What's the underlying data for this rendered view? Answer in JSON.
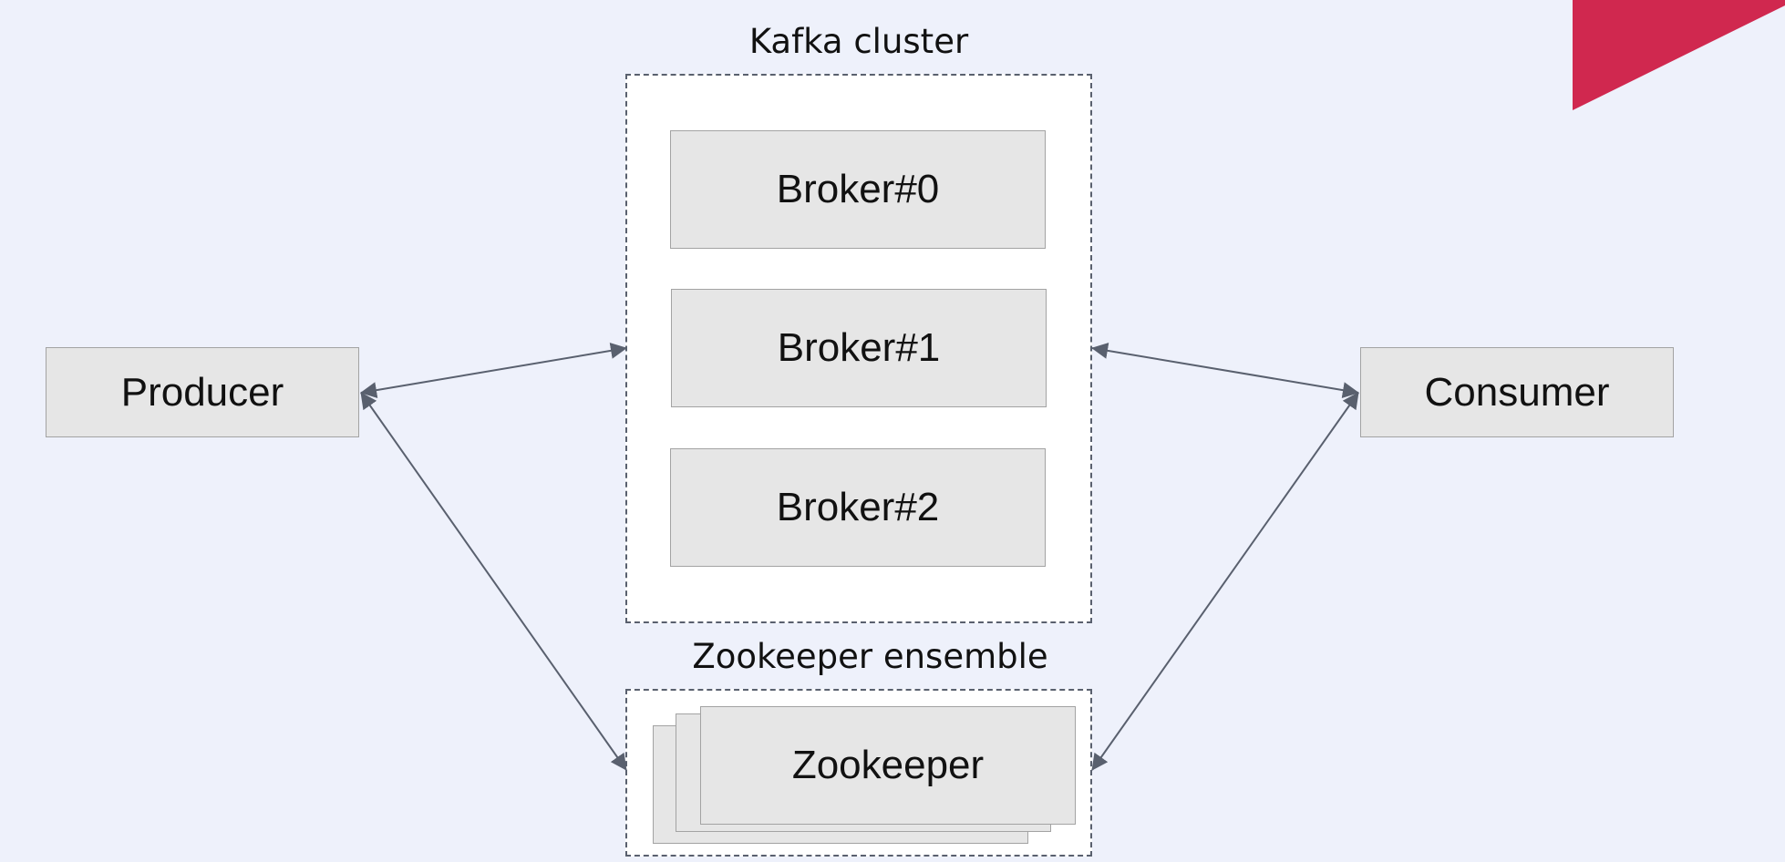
{
  "cluster": {
    "label": "Kafka cluster",
    "brokers": [
      "Broker#0",
      "Broker#1",
      "Broker#2"
    ]
  },
  "producer": {
    "label": "Producer"
  },
  "consumer": {
    "label": "Consumer"
  },
  "ensemble": {
    "label": "Zookeeper ensemble",
    "node_label": "Zookeeper"
  },
  "colors": {
    "background": "#eef1fb",
    "node_fill": "#e6e6e6",
    "node_border": "#a3a3a3",
    "arrow": "#59606e",
    "accent": "#d0284f"
  }
}
